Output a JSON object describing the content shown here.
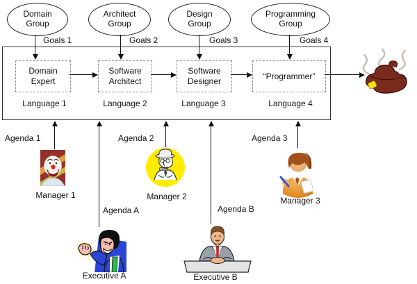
{
  "groups": [
    {
      "name": "Domain\nGroup",
      "goal_label": "Goals 1"
    },
    {
      "name": "Architect\nGroup",
      "goal_label": "Goals 2"
    },
    {
      "name": "Design\nGroup",
      "goal_label": "Goals 3"
    },
    {
      "name": "Programming\nGroup",
      "goal_label": "Goals 4"
    }
  ],
  "pipeline": {
    "roles": [
      {
        "title": "Domain\nExpert",
        "language_label": "Language 1"
      },
      {
        "title": "Software\nArchitect",
        "language_label": "Language 2"
      },
      {
        "title": "Software\nDesigner",
        "language_label": "Language 3"
      },
      {
        "title": "“Programmer”",
        "language_label": "Language 4"
      }
    ]
  },
  "managers": [
    {
      "name": "Manager 1",
      "agenda_label": "Agenda 1",
      "image": "clown-photo"
    },
    {
      "name": "Manager 2",
      "agenda_label": "Agenda 2",
      "image": "inspector-with-clipboard-cartoon"
    },
    {
      "name": "Manager 3",
      "agenda_label": "Agenda 3",
      "image": "orange-figure-writing-notes"
    }
  ],
  "executives": [
    {
      "name": "Executive A",
      "agenda_label": "Agenda A",
      "image": "angry-boss-shaking-fist-cartoon"
    },
    {
      "name": "Executive B",
      "agenda_label": "Agenda B",
      "image": "executive-seated-at-desk-cartoon"
    }
  ],
  "output": {
    "image": "cow-pie-with-stink-lines"
  },
  "colors": {
    "line": "#111111",
    "dashed_border": "#8a8a8a",
    "manager2_circle": "#ffec00",
    "manager3_body": "#e8912f",
    "exec_a_suit": "#2a46d4",
    "exec_a_tie": "#2db84a",
    "exec_b_suit": "#98a0a8",
    "exec_b_tie": "#d42020",
    "poo_body": "#7b2b1d",
    "poo_spot": "#ffe312",
    "clown_bg": "#93302a"
  }
}
